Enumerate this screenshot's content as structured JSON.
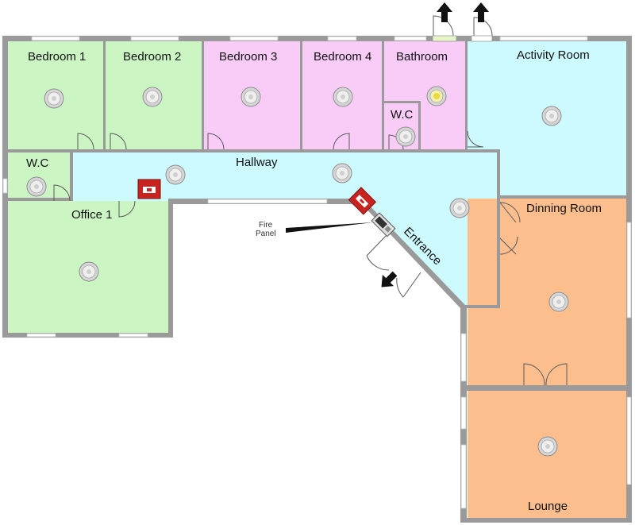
{
  "colors": {
    "green": "#ccf5c4",
    "pink": "#f9ccf8",
    "cyan": "#ccfaff",
    "orange": "#fdbe8e",
    "wall": "#9a9a9a",
    "panel_red": "#c9231f"
  },
  "rooms": {
    "bedroom1": "Bedroom 1",
    "bedroom2": "Bedroom 2",
    "bedroom3": "Bedroom 3",
    "bedroom4": "Bedroom 4",
    "bathroom": "Bathroom",
    "wc_bath": "W.C",
    "activity": "Activity Room",
    "wc_left": "W.C",
    "hallway": "Hallway",
    "office": "Office 1",
    "entrance": "Entrance",
    "dining": "Dinning Room",
    "lounge": "Lounge"
  },
  "annotations": {
    "fire_panel_line1": "Fire",
    "fire_panel_line2": "Panel"
  },
  "icons": {
    "detector": "smoke-detector-icon",
    "heat_detector": "heat-detector-icon",
    "call_point": "manual-call-point-icon",
    "panel": "fire-panel-icon",
    "exit": "exit-arrow-icon"
  }
}
